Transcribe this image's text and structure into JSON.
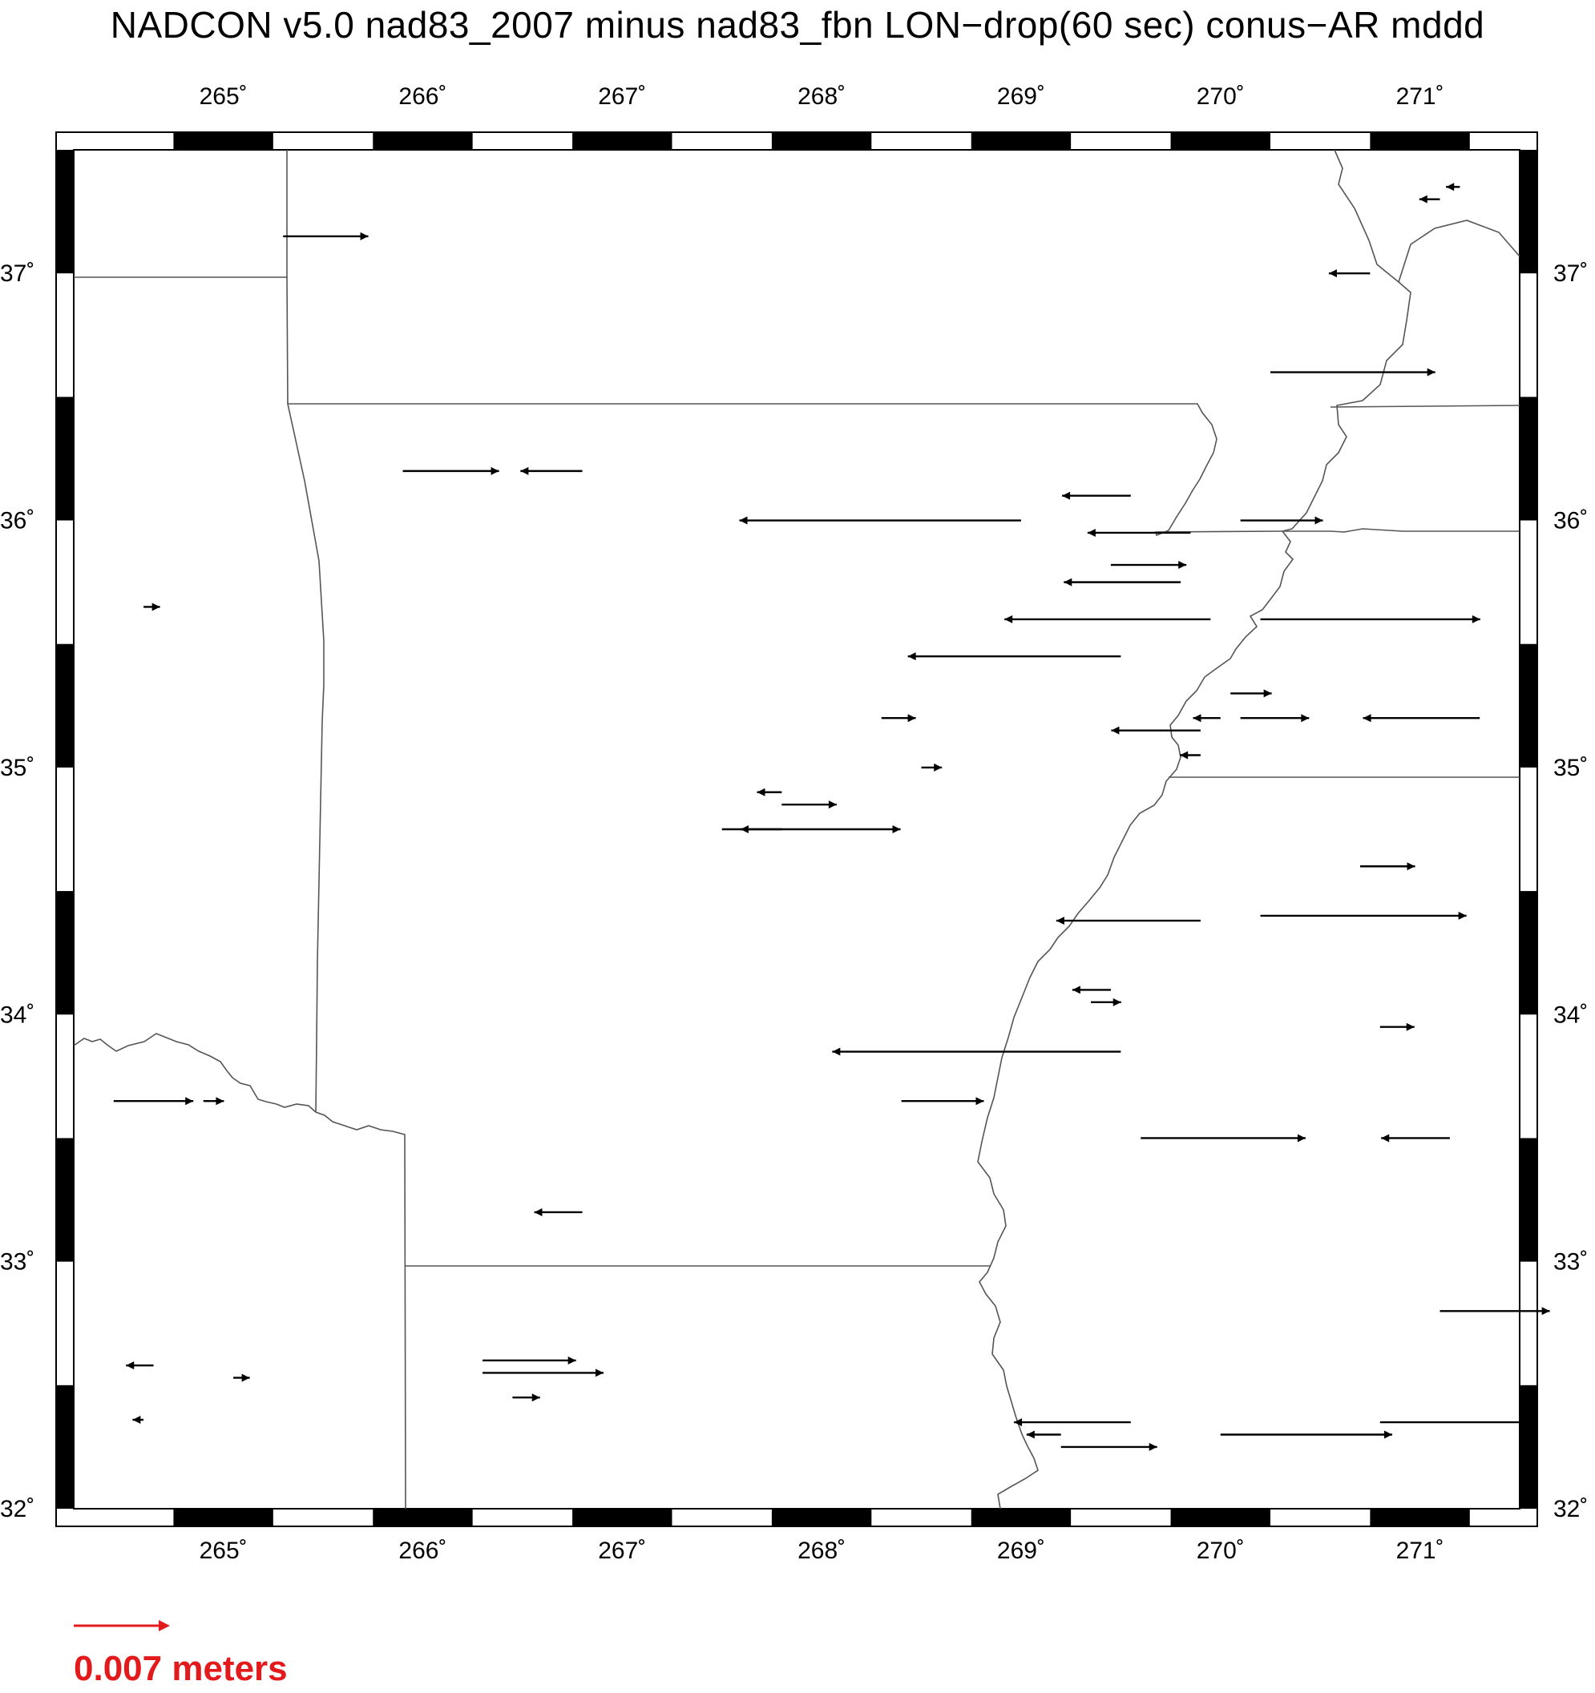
{
  "title": "NADCON v5.0 nad83_2007 minus nad83_fbn LON−drop(60 sec) conus−AR mddd",
  "map": {
    "lon_range": [
      264.25,
      271.5
    ],
    "lat_range": [
      32.0,
      37.5
    ],
    "lon_ticks": [
      265,
      266,
      267,
      268,
      269,
      270,
      271
    ],
    "lat_ticks": [
      32,
      33,
      34,
      35,
      36,
      37
    ],
    "lon_tick_labels": [
      "265˚",
      "266˚",
      "267˚",
      "268˚",
      "269˚",
      "270˚",
      "271˚"
    ],
    "lat_tick_labels": [
      "32˚",
      "33˚",
      "34˚",
      "35˚",
      "36˚",
      "37˚"
    ],
    "vector_color": "#000000",
    "boundary_color": "#555555",
    "scale_color": "#e31a1c"
  },
  "scale": {
    "label": "0.007 meters",
    "length_m": 0.007
  },
  "vectors": [
    [
      265.3,
      37.15,
      0.0062
    ],
    [
      264.6,
      35.65,
      0.0012
    ],
    [
      264.45,
      33.65,
      0.0058
    ],
    [
      264.9,
      33.65,
      0.0015
    ],
    [
      264.65,
      32.58,
      -0.002
    ],
    [
      265.05,
      32.53,
      0.0012
    ],
    [
      264.6,
      32.36,
      -0.0008
    ],
    [
      265.9,
      36.2,
      0.007
    ],
    [
      266.8,
      36.2,
      -0.0045
    ],
    [
      267.5,
      34.75,
      0.013
    ],
    [
      267.8,
      34.85,
      0.004
    ],
    [
      267.8,
      34.9,
      -0.0018
    ],
    [
      267.8,
      34.75,
      -0.003
    ],
    [
      268.3,
      35.2,
      0.0025
    ],
    [
      268.5,
      35.0,
      0.0015
    ],
    [
      268.4,
      33.65,
      0.006
    ],
    [
      266.3,
      32.6,
      0.0068
    ],
    [
      266.3,
      32.55,
      0.0088
    ],
    [
      266.45,
      32.45,
      0.002
    ],
    [
      266.8,
      33.2,
      -0.0035
    ],
    [
      269.55,
      36.1,
      -0.005
    ],
    [
      269.0,
      36.0,
      -0.0205
    ],
    [
      269.85,
      35.95,
      -0.0075
    ],
    [
      269.45,
      35.82,
      0.0055
    ],
    [
      269.8,
      35.75,
      -0.0085
    ],
    [
      269.95,
      35.6,
      -0.015
    ],
    [
      269.5,
      35.45,
      -0.0155
    ],
    [
      270.25,
      36.6,
      0.012
    ],
    [
      270.1,
      36.0,
      0.006
    ],
    [
      270.05,
      35.3,
      0.003
    ],
    [
      270.1,
      35.2,
      0.005
    ],
    [
      269.9,
      35.15,
      -0.0065
    ],
    [
      270.0,
      35.2,
      -0.002
    ],
    [
      269.9,
      35.05,
      -0.0015
    ],
    [
      271.3,
      35.2,
      -0.0085
    ],
    [
      270.7,
      34.6,
      0.004
    ],
    [
      270.2,
      34.4,
      0.015
    ],
    [
      269.9,
      34.38,
      -0.0105
    ],
    [
      270.8,
      33.95,
      0.0025
    ],
    [
      269.45,
      34.1,
      -0.0028
    ],
    [
      269.35,
      34.05,
      0.0022
    ],
    [
      269.5,
      33.85,
      -0.021
    ],
    [
      269.6,
      33.5,
      0.012
    ],
    [
      271.15,
      33.5,
      -0.005
    ],
    [
      271.1,
      32.8,
      0.008
    ],
    [
      269.55,
      32.35,
      -0.0085
    ],
    [
      270.0,
      32.3,
      0.0125
    ],
    [
      270.8,
      32.35,
      0.011
    ],
    [
      269.2,
      32.3,
      -0.0025
    ],
    [
      269.2,
      32.25,
      0.007
    ],
    [
      271.1,
      37.3,
      -0.0015
    ],
    [
      271.2,
      37.35,
      -0.001
    ],
    [
      270.75,
      37.0,
      -0.003
    ],
    [
      270.2,
      35.6,
      0.016
    ]
  ]
}
